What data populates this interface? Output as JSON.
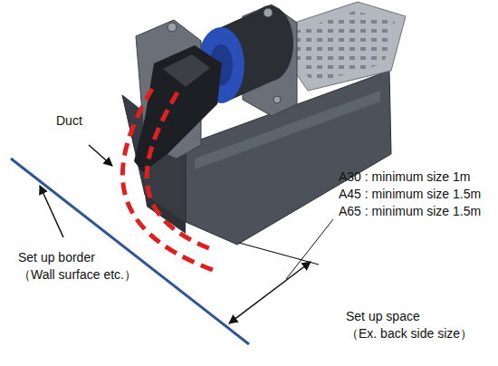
{
  "diagram": {
    "labels": [
      "Duct",
      "A30 : minimum size 1m",
      "A45 : minimum size 1.5m",
      "A65 : minimum size 1.5m",
      "Set up border （Wall surface etc.）",
      "Set up space （Ex. back side size）"
    ]
  }
}
